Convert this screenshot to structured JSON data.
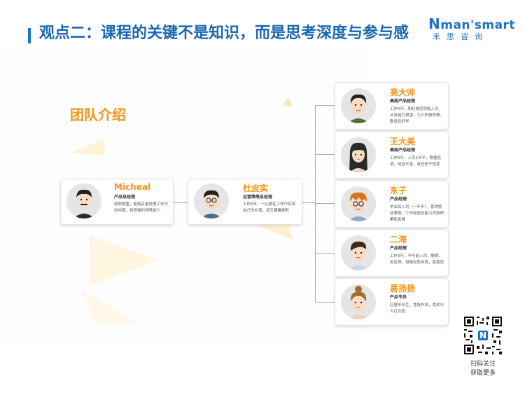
{
  "header": {
    "title": "观点二：课程的关键不是知识，而是思考深度与参与感",
    "logo": {
      "brand": "man'smart",
      "subtitle": "禾思咨询",
      "mark": "N"
    }
  },
  "section_heading": "团队介绍",
  "members": {
    "leader": {
      "name": "Micheal",
      "role": "产品总经理",
      "desc": "成熟稳重，能够妥善处理工作中的问题，有很强的领导能力",
      "avatar": "man-with-mustache-avatar"
    },
    "manager": {
      "name": "杜皮实",
      "role": "运营策略总经理",
      "desc": "工作6年，一心想在工作中实现自己的价值，却又屡屡挫败",
      "avatar": "man-with-glasses-avatar"
    },
    "team": [
      {
        "name": "高大帅",
        "role": "高级产品经理",
        "desc": "工作5年，和杜皮实同批入司，业务能力很强，为人积极热情，勤恳且好学",
        "avatar": "man-short-hair-avatar"
      },
      {
        "name": "王大美",
        "role": "高级产品经理",
        "desc": "工作6年，入司1年半，稳重低调，经验丰富，有些安于现状",
        "avatar": "woman-long-hair-avatar"
      },
      {
        "name": "东子",
        "role": "产品经理",
        "desc": "毕业后入司（一年半），喜欢挑战事物，工作经验及能力尚待积累和发展",
        "avatar": "young-man-glasses-avatar"
      },
      {
        "name": "二海",
        "role": "产品经理",
        "desc": "工作3年，半年前入司，聪明、反应快，但略有些自我，喜抱怨",
        "avatar": "man-side-part-avatar"
      },
      {
        "name": "喜扬扬",
        "role": "产品专员",
        "desc": "应届毕业生，性格外向，喜欢与人打交道",
        "avatar": "girl-bun-hair-avatar"
      }
    ]
  },
  "qr": {
    "caption_line1": "扫码关注",
    "caption_line2": "获取更多"
  },
  "colors": {
    "accent": "#f29418",
    "title_blue": "#1a67b3",
    "card_border": "#e2e2e2"
  }
}
